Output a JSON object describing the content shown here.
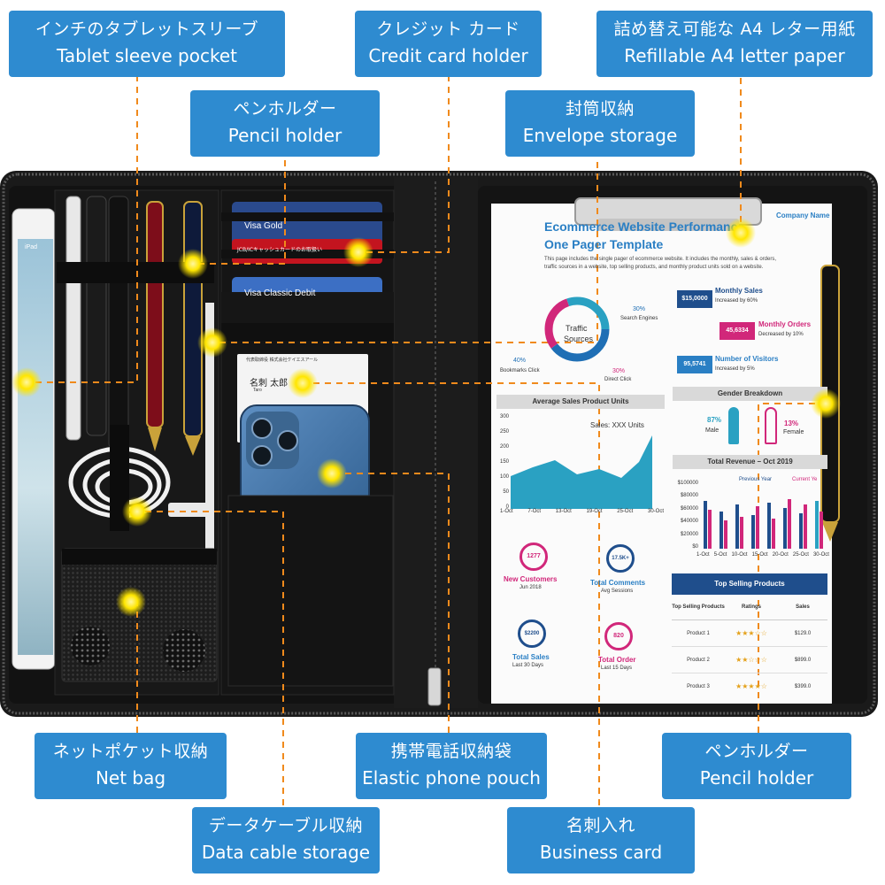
{
  "callouts": {
    "tablet": {
      "jp": "インチのタブレットスリーブ",
      "en": "Tablet sleeve pocket"
    },
    "credit": {
      "jp": "クレジット カード",
      "en": "Credit card holder"
    },
    "paper": {
      "jp": "詰め替え可能な A4 レター用紙",
      "en": "Refillable A4 letter paper"
    },
    "pencil1": {
      "jp": "ペンホルダー",
      "en": "Pencil holder"
    },
    "envelope": {
      "jp": "封筒収納",
      "en": "Envelope storage"
    },
    "net": {
      "jp": "ネットポケット収納",
      "en": "Net bag"
    },
    "phone": {
      "jp": "携帯電話収納袋",
      "en": "Elastic phone pouch"
    },
    "pencil2": {
      "jp": "ペンホルダー",
      "en": "Pencil holder"
    },
    "cable": {
      "jp": "データケーブル収納",
      "en": "Data cable storage"
    },
    "business": {
      "jp": "名刺入れ",
      "en": "Business card"
    }
  },
  "cards": {
    "card1": "Visa Gold",
    "card2": "JCB/ICキャッシュカードのお取扱い",
    "card3": "Visa Classic Debit",
    "business_company": "代表取締役 株式会社ケイエスアール",
    "business_name": "名刺 太郎",
    "business_romaji": "Taro"
  },
  "paper_sheet": {
    "title1": "Ecommerce Website Performance",
    "title2": "One Pager Template",
    "company": "Company Name",
    "desc1": "This page includes the single pager of ecommerce website. It includes the monthly, sales & orders,",
    "desc2": "traffic sources in a website, top selling products, and monthly product units sold on a website.",
    "traffic_label1": "Traffic",
    "traffic_label2": "Sources",
    "pct_search": "30%",
    "label_search": "Search Engines",
    "pct_bookmarks": "40%",
    "label_bookmarks": "Bookmarks Click",
    "pct_direct": "30%",
    "label_direct": "Direct Click",
    "kpi1_value": "$15,0000",
    "kpi1_title": "Monthly Sales",
    "kpi1_note": "Increased by 60%",
    "kpi2_value": "45,6334",
    "kpi2_title": "Monthly Orders",
    "kpi2_note": "Decreased by 10%",
    "kpi3_value": "95,5741",
    "kpi3_title": "Number of Visitors",
    "kpi3_note": "Increased by 5%",
    "gender_title": "Gender Breakdown",
    "male_pct": "87%",
    "male_label": "Male",
    "female_pct": "13%",
    "female_label": "Female",
    "avg_title": "Average Sales Product Units",
    "avg_series": "Sales: XXX Units",
    "avg_yticks": [
      "300",
      "250",
      "200",
      "150",
      "100",
      "50",
      "0"
    ],
    "avg_xticks": [
      "1-Oct",
      "7-Oct",
      "13-Oct",
      "19-Oct",
      "25-Oct",
      "30-Oct"
    ],
    "rev_title": "Total Revenue – Oct 2019",
    "rev_legend1": "Previous Year",
    "rev_legend2": "Current Ye",
    "rev_yticks": [
      "$100000",
      "$80000",
      "$60000",
      "$40000",
      "$20000",
      "$0"
    ],
    "rev_xticks": [
      "1-Oct",
      "5-Oct",
      "10-Oct",
      "15-Oct",
      "20-Oct",
      "25-Oct",
      "30-Oct"
    ],
    "circle1_value": "1277",
    "circle1_title": "New Customers",
    "circle1_note": "Jun 2018",
    "circle2_value": "17.5K+",
    "circle2_title": "Total Comments",
    "circle2_note": "Avg Sessions",
    "circle3_value": "$2200",
    "circle3_title": "Total Sales",
    "circle3_note": "Last 30 Days",
    "circle4_value": "820",
    "circle4_title": "Total Order",
    "circle4_note": "Last 15 Days",
    "top_title": "Top Selling Products",
    "top_h1": "Top Selling Products",
    "top_h2": "Ratings",
    "top_h3": "Sales",
    "rows": [
      {
        "name": "Product 1",
        "stars": "★★★☆☆",
        "sales": "$129.0"
      },
      {
        "name": "Product 2",
        "stars": "★★☆☆☆",
        "sales": "$899.0"
      },
      {
        "name": "Product 3",
        "stars": "★★★★☆",
        "sales": "$399.0"
      }
    ]
  },
  "tablet_screen": {
    "status": "iPad"
  },
  "colors": {
    "callout_bg": "#2e8bd0",
    "leader": "#f08a1c",
    "glow": "#ffe600",
    "leather": "#141414",
    "accent_magenta": "#d1277a",
    "accent_teal": "#2aa1c2",
    "accent_navy": "#1f4e8c"
  }
}
